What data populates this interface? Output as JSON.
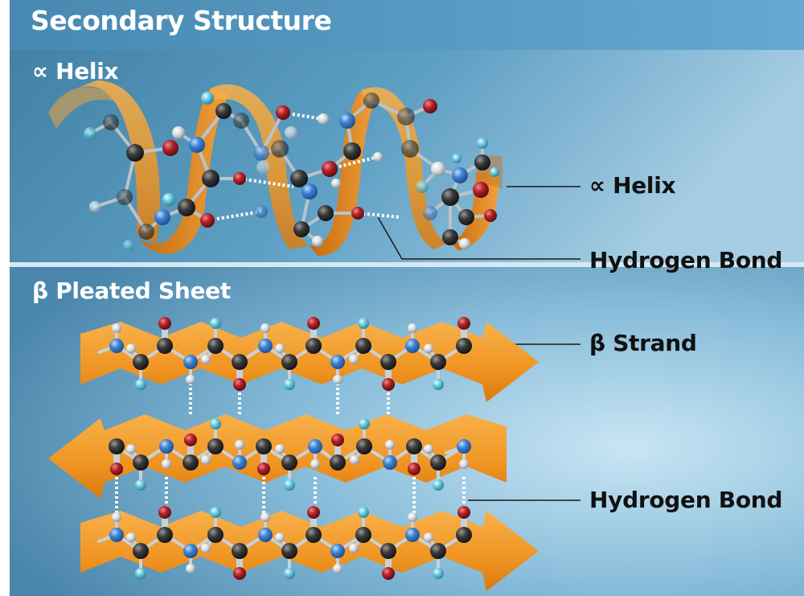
{
  "title": "Secondary Structure",
  "sections": {
    "helix": "∝ Helix",
    "sheet": "β Pleated Sheet"
  },
  "labels": {
    "helix": "∝ Helix",
    "hydrogen_bond_1": "Hydrogen Bond",
    "beta_strand": "β Strand",
    "hydrogen_bond_2": "Hydrogen Bond"
  },
  "colors": {
    "carbon": "#3a3a3a",
    "nitrogen": "#3f82d2",
    "oxygen": "#b3222a",
    "hydrogen": "#d8dde2",
    "side_chain": "#66c7d8",
    "ribbon": "#f39b1e",
    "header_bar": "#4f97bf"
  }
}
